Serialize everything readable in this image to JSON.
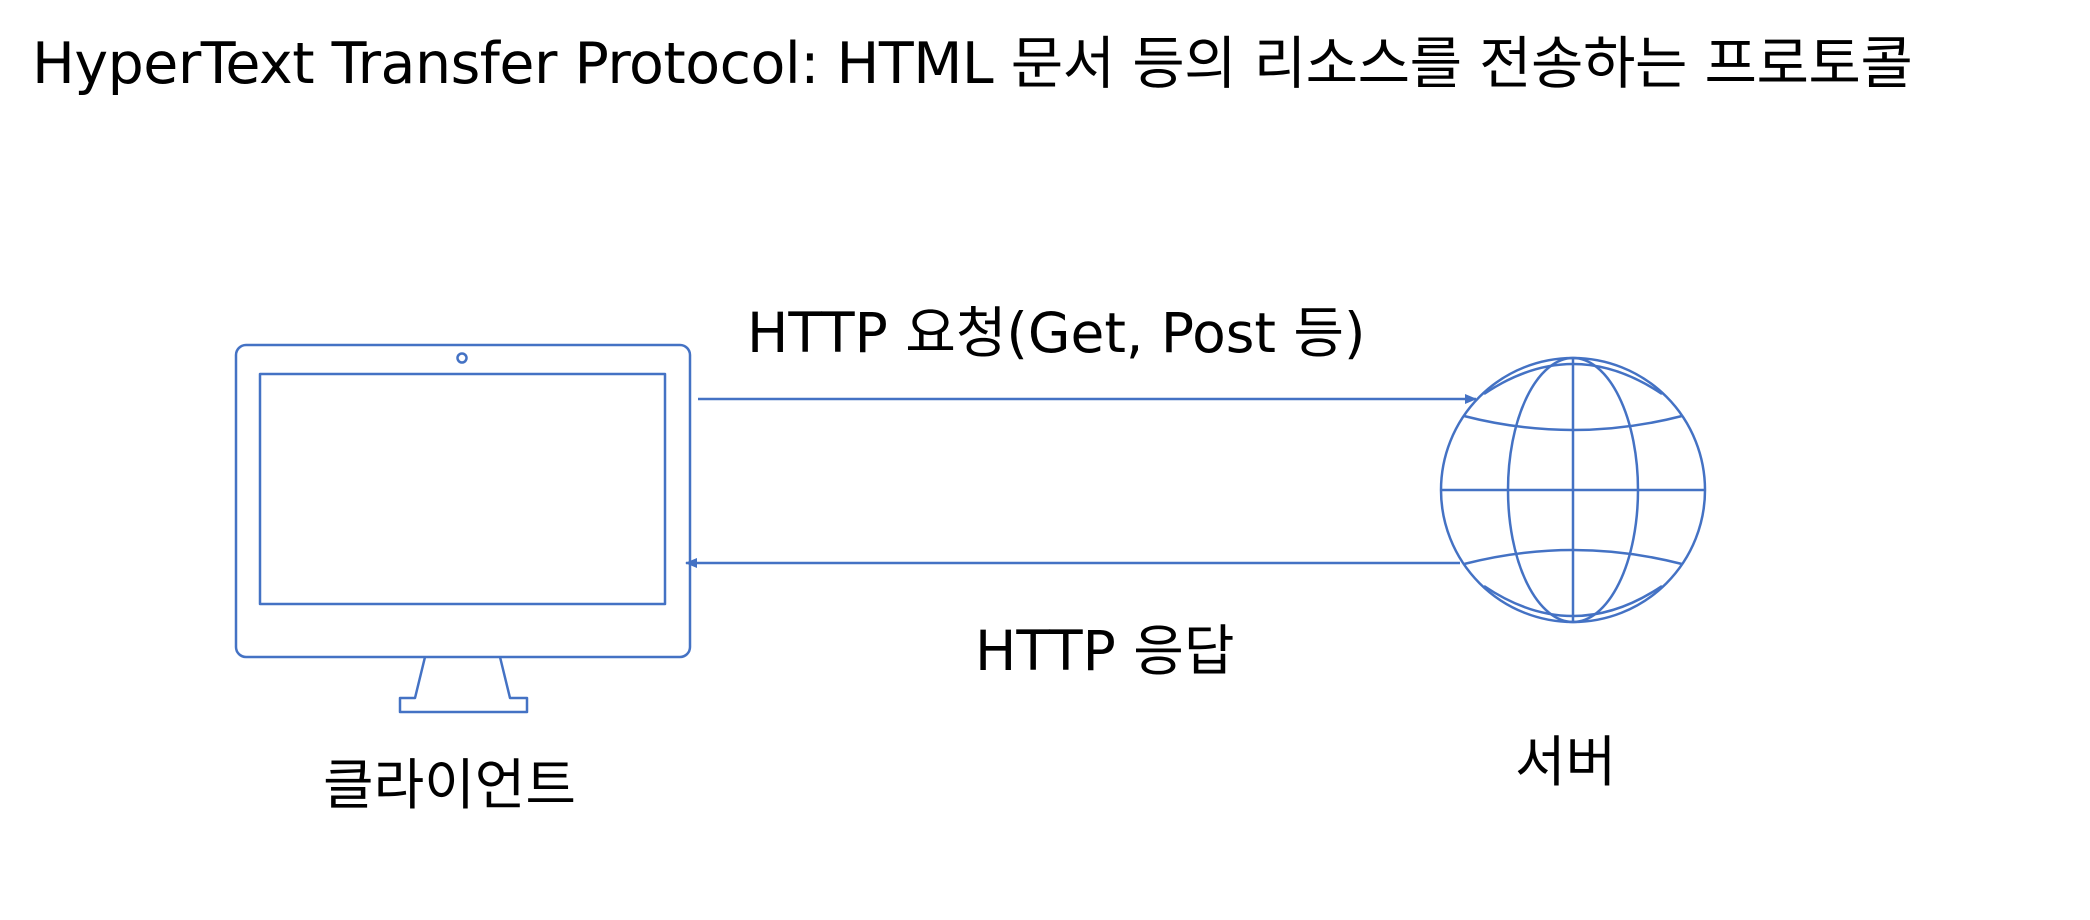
{
  "title": "HyperText Transfer Protocol: HTML 문서 등의 리소스를 전송하는 프로토콜",
  "arrows": {
    "request_label": "HTTP 요청(Get, Post 등)",
    "response_label": "HTTP 응답"
  },
  "nodes": {
    "client_label": "클라이언트",
    "server_label": "서버",
    "client_icon": "monitor-icon",
    "server_icon": "globe-icon"
  },
  "colors": {
    "accent": "#4472C4",
    "text": "#000000",
    "background": "#FFFFFF"
  }
}
